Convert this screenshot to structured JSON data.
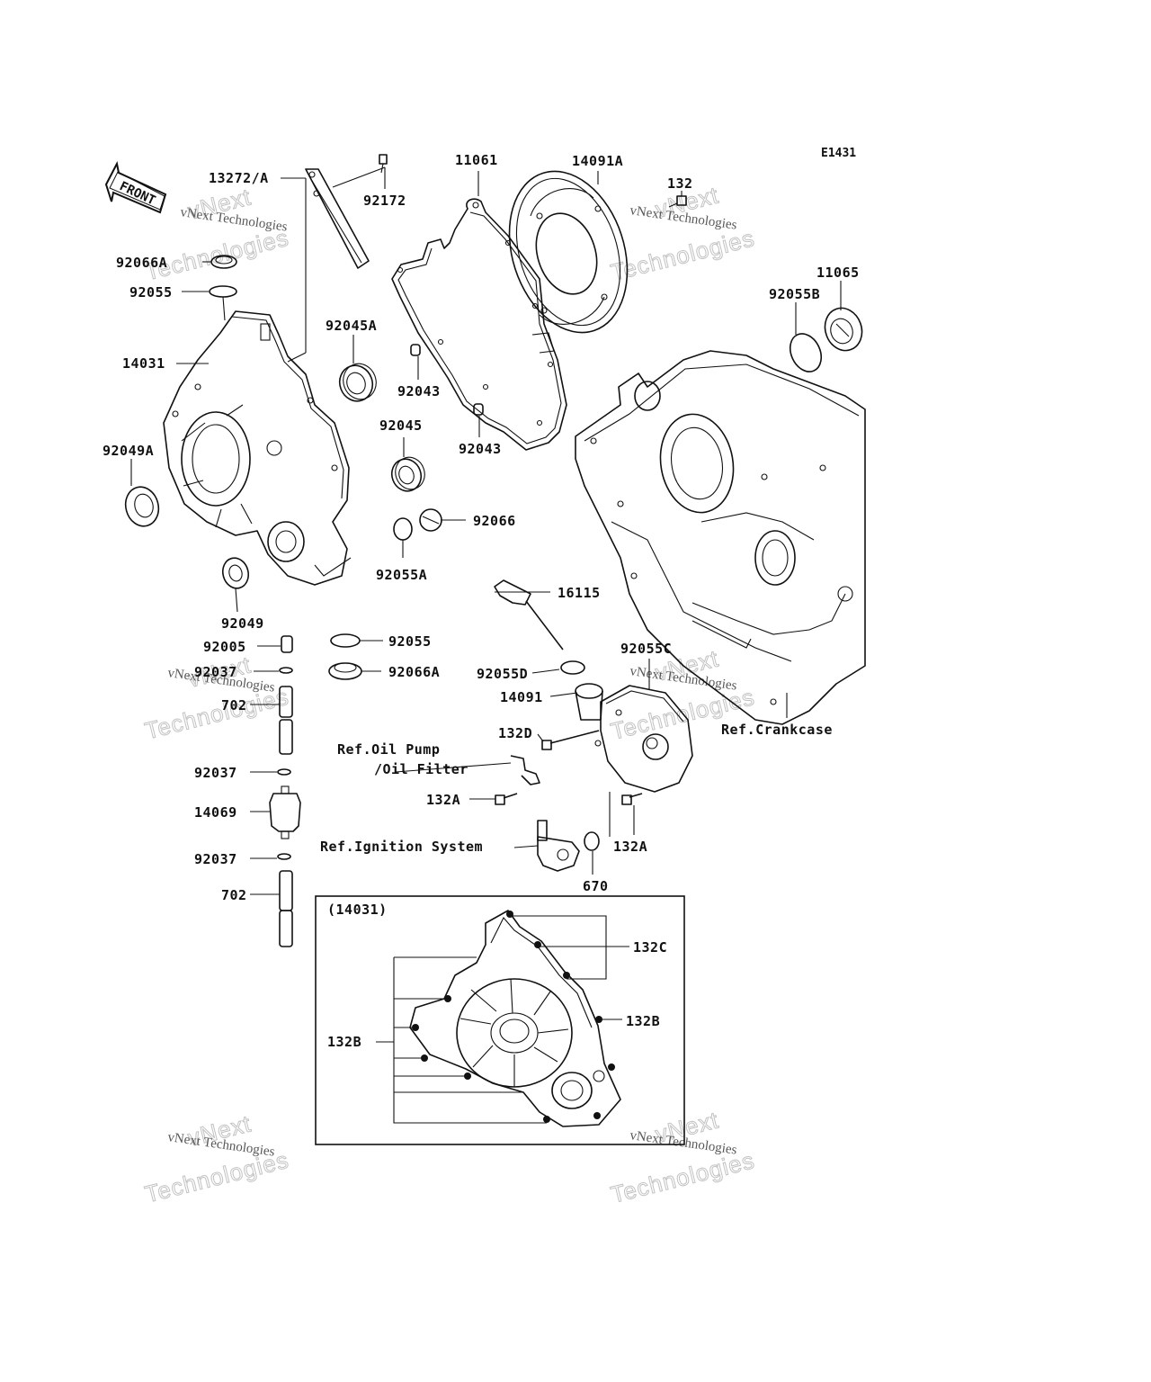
{
  "code": "E1431",
  "front_label": "FRONT",
  "watermark": {
    "line1": "vNext Technologies",
    "line2": "vNext",
    "line3": "Technologies"
  },
  "callouts": {
    "c13272": "13272/A",
    "c92172": "92172",
    "c11061": "11061",
    "c14091A": "14091A",
    "c132": "132",
    "c11065": "11065",
    "c92055B": "92055B",
    "c92066A_top": "92066A",
    "c92055_top": "92055",
    "c14031": "14031",
    "c92045A": "92045A",
    "c92043_a": "92043",
    "c92043_b": "92043",
    "c92049A": "92049A",
    "c92045": "92045",
    "c92066": "92066",
    "c92055A": "92055A",
    "c16115": "16115",
    "c92049": "92049",
    "c92005": "92005",
    "c92055_mid": "92055",
    "c92037_a": "92037",
    "c92066A_mid": "92066A",
    "c92055C": "92055C",
    "c92055D": "92055D",
    "c14091": "14091",
    "c702_a": "702",
    "c132D": "132D",
    "c92037_b": "92037",
    "c132A_a": "132A",
    "c14069": "14069",
    "c92037_c": "92037",
    "c132A_b": "132A",
    "c670": "670",
    "c702_b": "702",
    "c132C": "132C",
    "c132B_r": "132B",
    "c132B_l": "132B"
  },
  "refs": {
    "crankcase": "Ref.Crankcase",
    "oil_pump_1": "Ref.Oil Pump",
    "oil_pump_2": "/Oil Filter",
    "ignition": "Ref.Ignition System"
  },
  "inset_title": "(14031)"
}
